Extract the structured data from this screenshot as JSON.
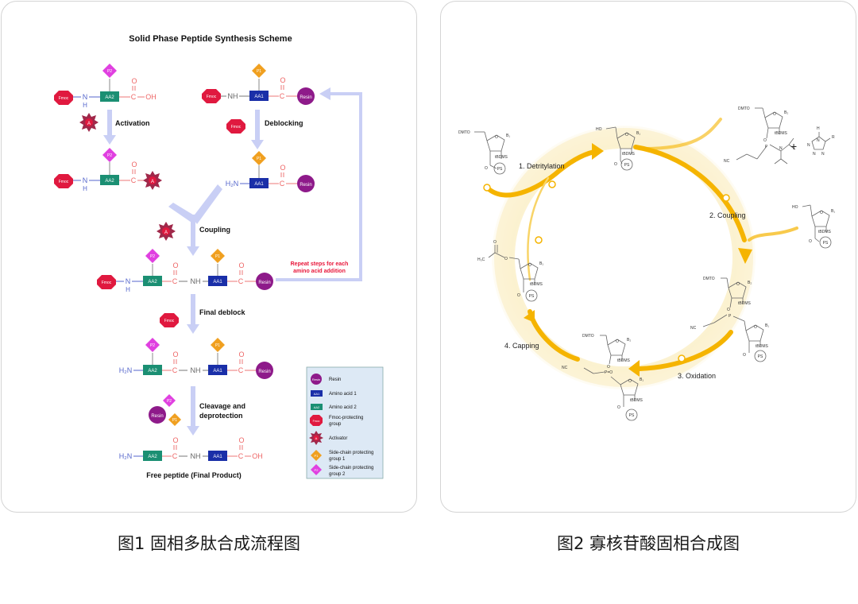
{
  "figure1": {
    "title": "Solid Phase Peptide Synthesis Scheme",
    "steps": {
      "activation": "Activation",
      "deblocking": "Deblocking",
      "coupling": "Coupling",
      "final_deblock": "Final deblock",
      "cleavage_line1": "Cleavage and",
      "cleavage_line2": "deprotection",
      "repeat_line1": "Repeat steps for each",
      "repeat_line2": "amino acid addition",
      "product": "Free peptide (Final Product)"
    },
    "chem": {
      "fmoc": "Fmoc",
      "aa1": "AA1",
      "aa2": "AA2",
      "resin": "Resin",
      "p1": "P1",
      "p2": "P2",
      "activator": "A",
      "n": "N",
      "h": "H",
      "nh": "NH",
      "h2n": "H₂N",
      "c": "C",
      "o": "O",
      "oh": "OH"
    },
    "legend": {
      "resin": "Resin",
      "aa1": "Amino acid 1",
      "aa2": "Amino acid 2",
      "fmoc_line1": "Fmoc-protecting",
      "fmoc_line2": "group",
      "activator": "Activator",
      "p1_line1": "Side-chain protecting",
      "p1_line2": "group 1",
      "p2_line1": "Side-chain protecting",
      "p2_line2": "group 2"
    },
    "colors": {
      "fmoc": "#e0193f",
      "aa1": "#1a2fa8",
      "aa2": "#1b8f73",
      "resin": "#8e1a8a",
      "p1": "#f0a020",
      "p2": "#e040e0",
      "arrow": "#c9cff5",
      "repeat_text": "#e8163a"
    }
  },
  "figure2": {
    "steps": [
      "1. Detritylation",
      "2. Coupling",
      "3. Oxidation",
      "4. Capping"
    ],
    "chem": {
      "dmto": "DMTO",
      "ho": "HO",
      "tbdms": "tBDMS",
      "ps": "PS",
      "nc": "NC",
      "b1": "B₁",
      "b2": "B₂",
      "p": "P",
      "o": "O",
      "n": "N",
      "h": "H",
      "r": "R",
      "plus": "+",
      "h3c": "H₃C",
      "peq": "P=O"
    },
    "colors": {
      "arrow": "#f5b400",
      "halo": "#fbf1cf"
    }
  },
  "captions": {
    "fig1": "图1 固相多肽合成流程图",
    "fig2": "图2 寡核苷酸固相合成图"
  }
}
